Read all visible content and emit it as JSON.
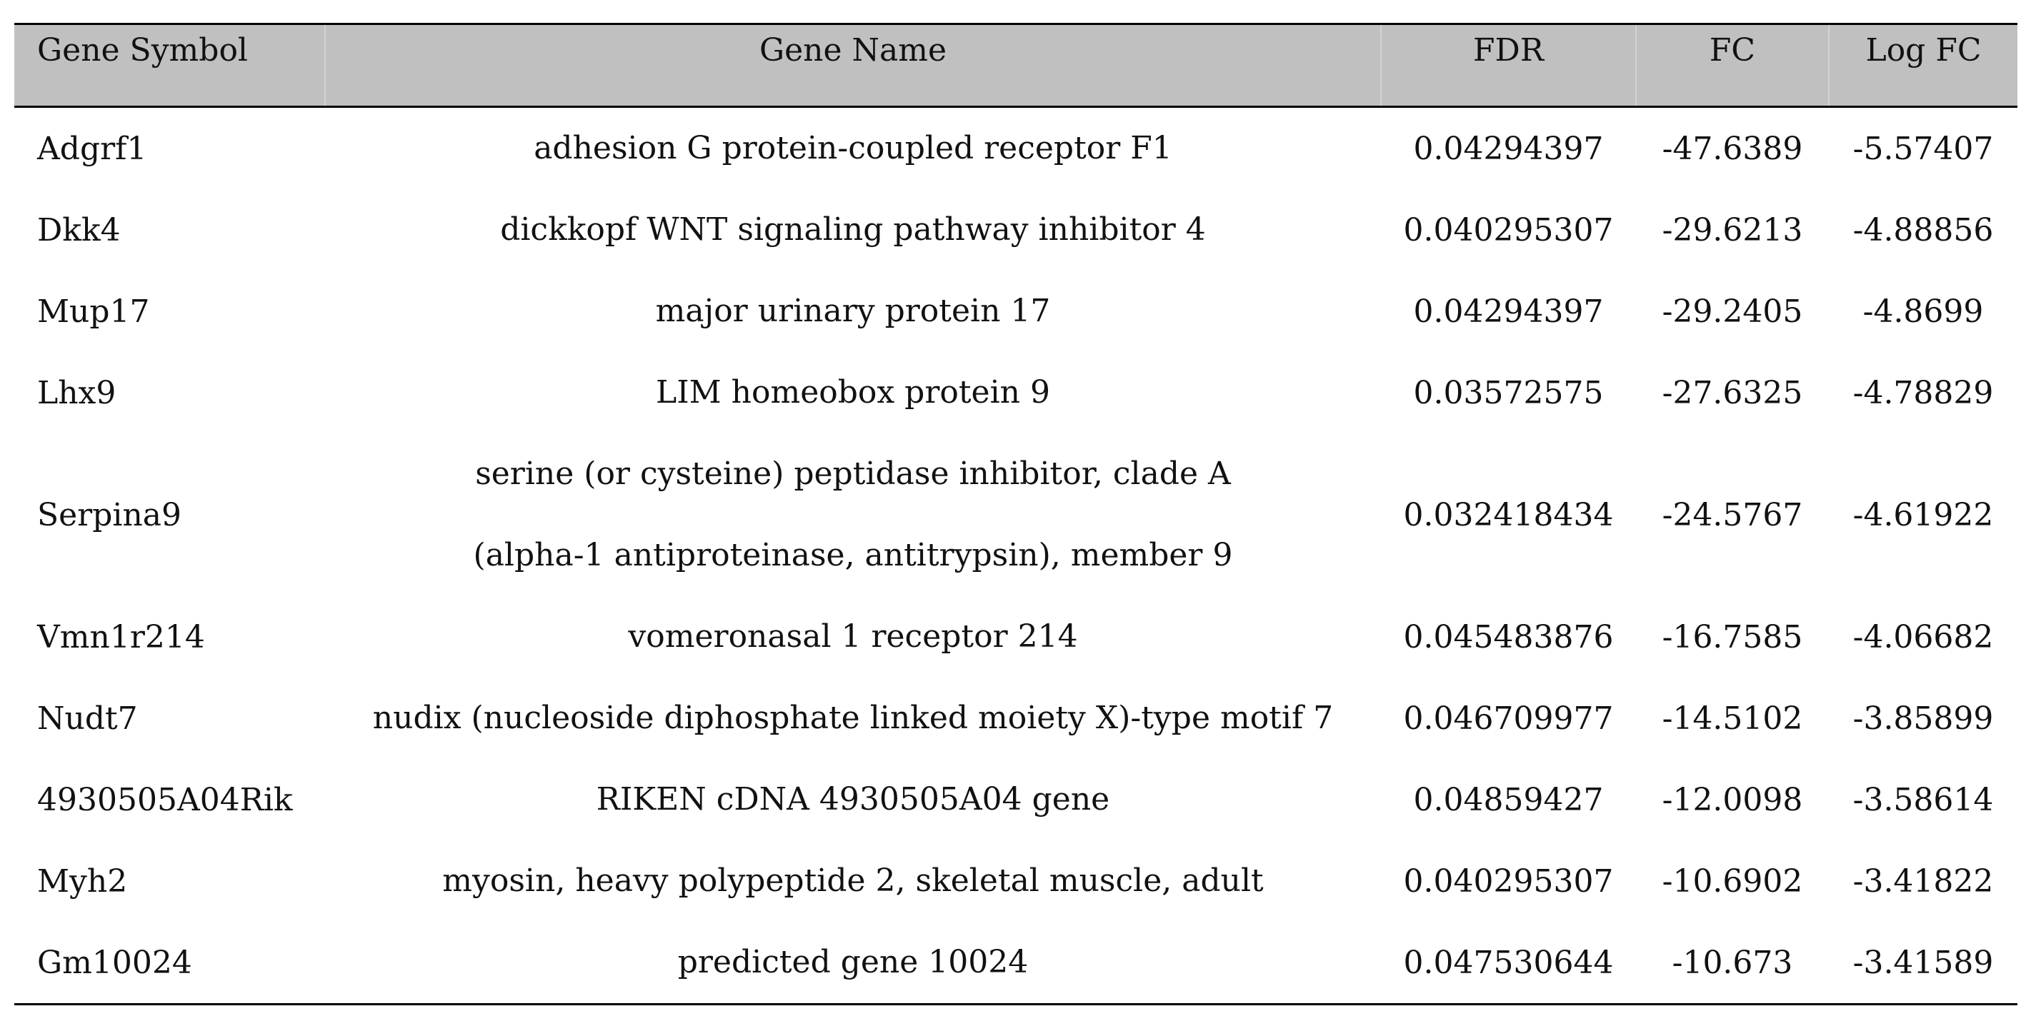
{
  "table": {
    "headers": {
      "symbol": "Gene Symbol",
      "name": "Gene Name",
      "fdr": "FDR",
      "fc": "FC",
      "log_fc": "Log FC"
    },
    "rows": [
      {
        "symbol": "Adgrf1",
        "name": [
          "adhesion G protein-coupled receptor F1"
        ],
        "fdr": "0.04294397",
        "fc": "-47.6389",
        "log_fc": "-5.57407"
      },
      {
        "symbol": "Dkk4",
        "name": [
          "dickkopf WNT signaling pathway inhibitor 4"
        ],
        "fdr": "0.040295307",
        "fc": "-29.6213",
        "log_fc": "-4.88856"
      },
      {
        "symbol": "Mup17",
        "name": [
          "major urinary protein 17"
        ],
        "fdr": "0.04294397",
        "fc": "-29.2405",
        "log_fc": "-4.8699"
      },
      {
        "symbol": "Lhx9",
        "name": [
          "LIM homeobox protein 9"
        ],
        "fdr": "0.03572575",
        "fc": "-27.6325",
        "log_fc": "-4.78829"
      },
      {
        "symbol": "Serpina9",
        "name": [
          "serine (or cysteine) peptidase inhibitor, clade A",
          "(alpha-1 antiproteinase, antitrypsin), member 9"
        ],
        "fdr": "0.032418434",
        "fc": "-24.5767",
        "log_fc": "-4.61922"
      },
      {
        "symbol": "Vmn1r214",
        "name": [
          "vomeronasal 1 receptor 214"
        ],
        "fdr": "0.045483876",
        "fc": "-16.7585",
        "log_fc": "-4.06682"
      },
      {
        "symbol": "Nudt7",
        "name": [
          "nudix (nucleoside diphosphate linked moiety X)-type motif 7"
        ],
        "fdr": "0.046709977",
        "fc": "-14.5102",
        "log_fc": "-3.85899"
      },
      {
        "symbol": "4930505A04Rik",
        "name": [
          "RIKEN cDNA 4930505A04 gene"
        ],
        "fdr": "0.04859427",
        "fc": "-12.0098",
        "log_fc": "-3.58614"
      },
      {
        "symbol": "Myh2",
        "name": [
          "myosin, heavy polypeptide 2, skeletal muscle, adult"
        ],
        "fdr": "0.040295307",
        "fc": "-10.6902",
        "log_fc": "-3.41822"
      },
      {
        "symbol": "Gm10024",
        "name": [
          "predicted gene 10024"
        ],
        "fdr": "0.047530644",
        "fc": "-10.673",
        "log_fc": "-3.41589"
      }
    ]
  }
}
